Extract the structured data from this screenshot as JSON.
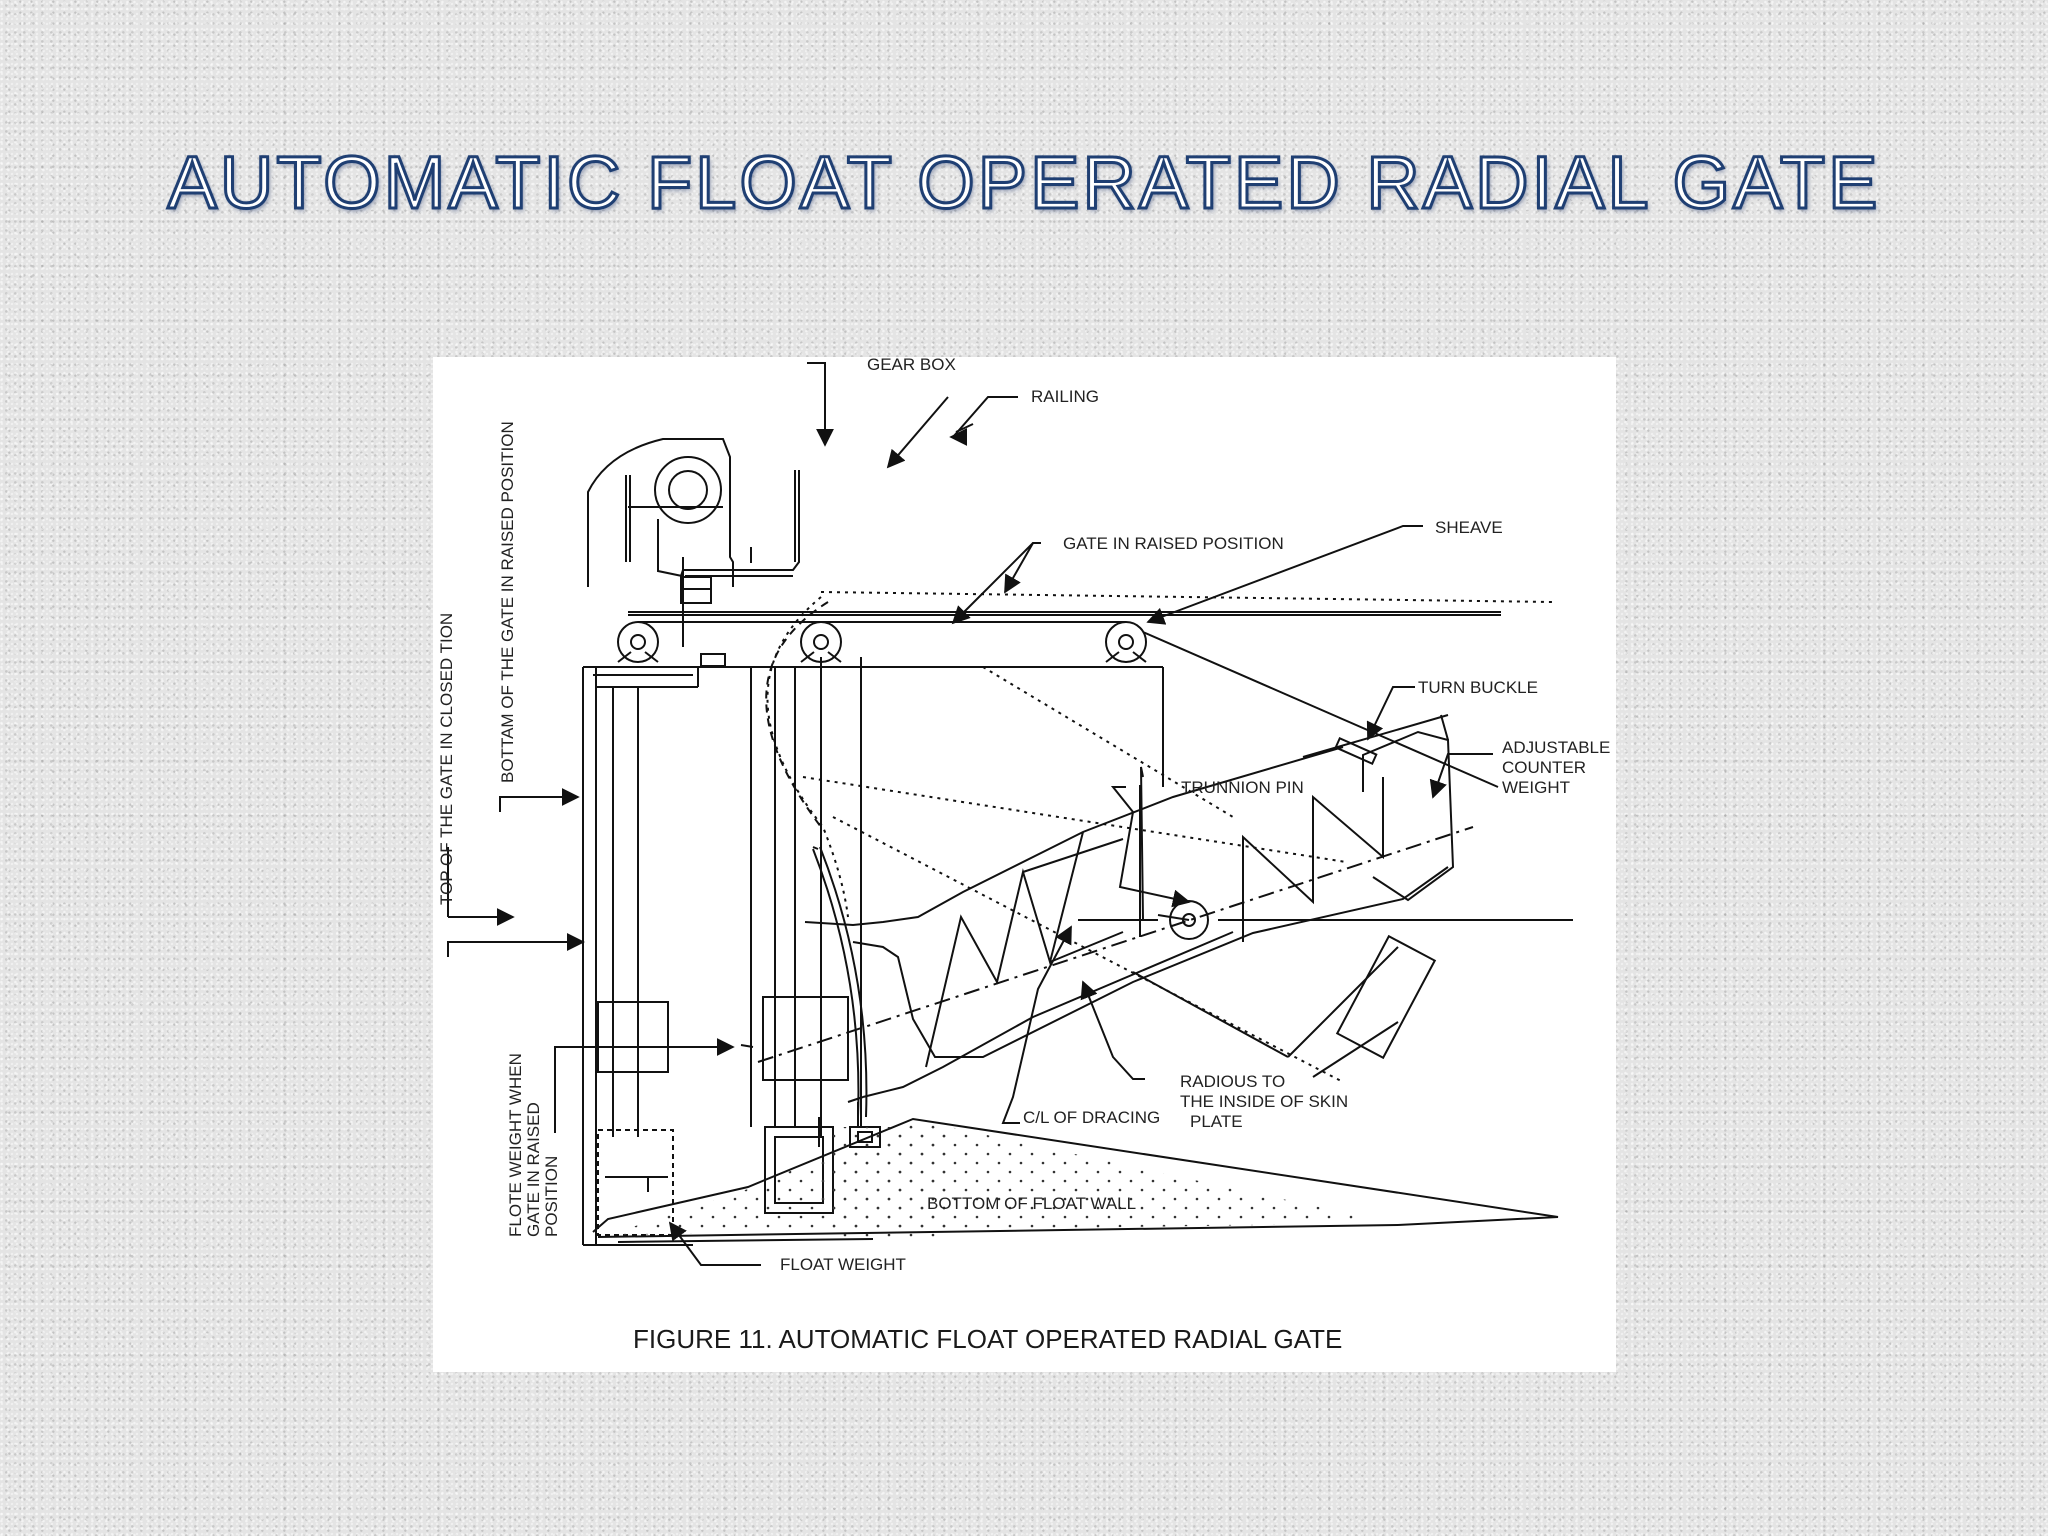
{
  "slide": {
    "title": "AUTOMATIC FLOAT OPERATED RADIAL GATE"
  },
  "figure": {
    "caption": "FIGURE 11. AUTOMATIC FLOAT OPERATED RADIAL GATE",
    "labels": {
      "gear_box": "GEAR BOX",
      "railing": "RAILING",
      "sheave": "SHEAVE",
      "gate_raised": "GATE IN RAISED POSITION",
      "turn_buckle": "TURN BUCKLE",
      "counter_weight_1": "ADJUSTABLE",
      "counter_weight_2": "COUNTER",
      "counter_weight_3": "WEIGHT",
      "trunnion_pin": "TRUNNION PIN",
      "radius_1": "RADIOUS TO",
      "radius_2": "THE INSIDE OF SKIN",
      "radius_3": "PLATE",
      "cl_bracing": "C/L OF DRACING",
      "bottom_float_wall": "BOTTOM OF FLOAT WALL",
      "float_weight": "FLOAT WEIGHT",
      "flote_weight_1": "FLOTE WEIGHT WHEN",
      "flote_weight_2": "GATE IN RAISED",
      "flote_weight_3": "POSITION",
      "top_closed": "TOP OF THE GATE IN CLOSED TION",
      "bottom_raised": "BOTTAM OF THE GATE IN RAISED POSITION"
    }
  }
}
